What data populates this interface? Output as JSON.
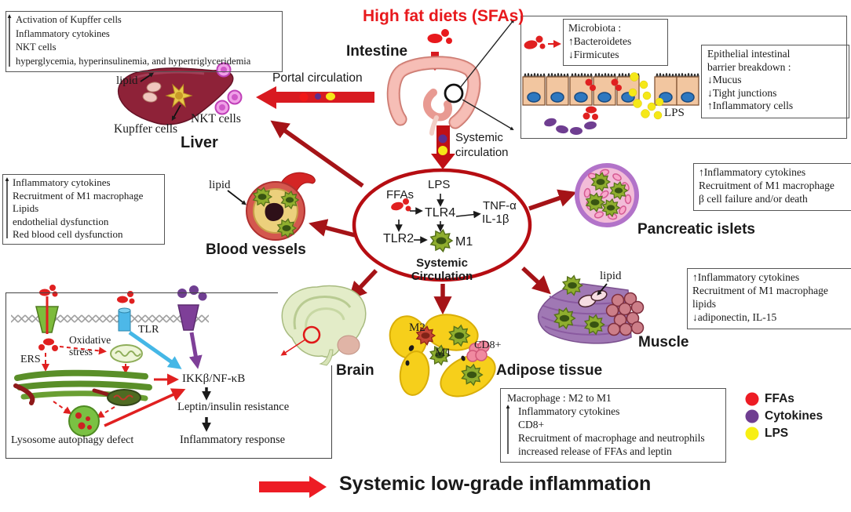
{
  "header": {
    "title": "High fat diets (SFAs)"
  },
  "banner": {
    "text": "Systemic low-grade inflammation"
  },
  "organ_labels": {
    "intestine": "Intestine",
    "liver": "Liver",
    "blood_vessels": "Blood vessels",
    "pancreatic_islets": "Pancreatic islets",
    "muscle": "Muscle",
    "brain": "Brain",
    "adipose_tissue": "Adipose tissue"
  },
  "flow_labels": {
    "portal_circulation": "Portal circulation",
    "systemic_circulation": "Systemic\ncirculation"
  },
  "liver_area": {
    "lipid": "lipid",
    "kupffer": "Kupffer cells",
    "nkt": "NKT cells"
  },
  "gut_area": {
    "lps": "LPS"
  },
  "vessel_area": {
    "lipid": "lipid"
  },
  "muscle_area": {
    "lipid": "lipid"
  },
  "adipose_area": {
    "m2": "M2",
    "m1": "M1",
    "cd8": "CD8+"
  },
  "circulation_hub": {
    "ffas": "FFAs",
    "lps": "LPS",
    "tlr4": "TLR4",
    "tlr2": "TLR2",
    "m1": "M1",
    "tnf_alpha": "TNF-α",
    "il_1b": "IL-1β",
    "caption": "Systemic\nCirculation"
  },
  "signaling": {
    "tlr": "TLR",
    "oxidative_stress": "Oxidative\nstress",
    "ers": "ERS",
    "ikk_nfkb": "IKKβ/NF-κB",
    "leptin_resistance": "Leptin/insulin resistance",
    "inflammatory_response": "Inflammatory response",
    "lysosome": "Lysosome autophagy defect"
  },
  "boxes": {
    "liver_effects": {
      "spanning_arrow": "up",
      "lines": [
        "Activation of Kupffer cells",
        "Inflammatory cytokines",
        "NKT cells",
        "hyperglycemia, hyperinsulinemia, and hypertriglyceridemia"
      ]
    },
    "microbiota": {
      "lines": [
        "Microbiota :",
        "↑Bacteroidetes",
        "↓Firmicutes"
      ]
    },
    "epithelial": {
      "lines": [
        "Epithelial intestinal",
        "barrier breakdown :",
        "↓Mucus",
        "↓Tight junctions",
        "↑Inflammatory cells"
      ]
    },
    "vessel_effects": {
      "spanning_arrow": "up",
      "lines": [
        "Inflammatory cytokines",
        "Recruitment of M1 macrophage",
        "Lipids",
        "endothelial dysfunction",
        "Red blood cell dysfunction"
      ]
    },
    "pancreas_effects": {
      "lines": [
        "↑Inflammatory cytokines",
        "Recruitment of M1 macrophage",
        "β cell failure and/or death"
      ]
    },
    "muscle_effects": {
      "lines": [
        "↑Inflammatory cytokines",
        "Recruitment of M1 macrophage",
        "lipids",
        "↓adiponectin, IL-15"
      ]
    },
    "adipose_effects": {
      "first_line": "Macrophage : M2 to M1",
      "spanning_arrow": "up",
      "lines": [
        "Inflammatory cytokines",
        "CD8+",
        "Recruitment of macrophage and neutrophils",
        "increased release of FFAs and leptin"
      ]
    }
  },
  "legend": {
    "items": [
      {
        "label": "FFAs",
        "color": "#ed1c24"
      },
      {
        "label": "Cytokines",
        "color": "#6f3e91"
      },
      {
        "label": "LPS",
        "color": "#f7ef13"
      }
    ]
  },
  "colors": {
    "bright_red": "#e8191d",
    "dark_red": "#a51317",
    "purple": "#6f3e91",
    "yellow": "#f5e818",
    "blue": "#45b7e6",
    "macrophage_green": "#8fae2e"
  }
}
